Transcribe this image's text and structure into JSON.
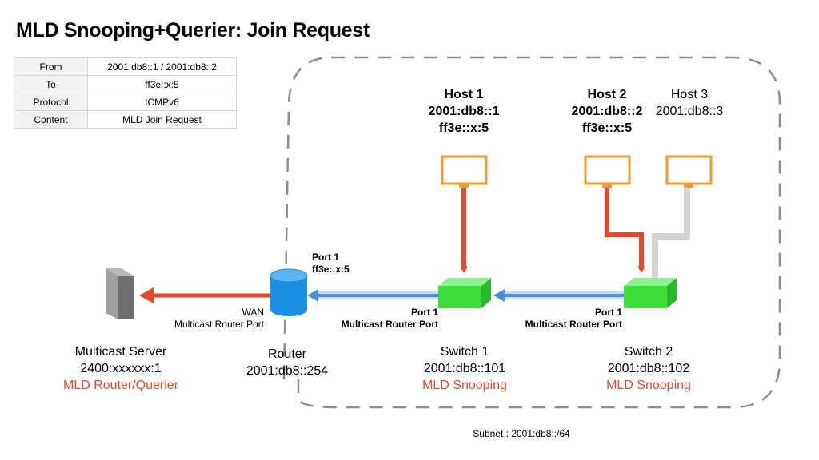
{
  "title": "MLD Snooping+Querier: Join Request",
  "info_table": [
    {
      "key": "From",
      "value": "2001:db8::1 / 2001:db8::2"
    },
    {
      "key": "To",
      "value": "ff3e::x:5"
    },
    {
      "key": "Protocol",
      "value": "ICMPv6"
    },
    {
      "key": "Content",
      "value": "MLD Join Request"
    }
  ],
  "hosts": [
    {
      "name": "Host 1",
      "address": "2001:db8::1",
      "group": "ff3e::x:5"
    },
    {
      "name": "Host 2",
      "address": "2001:db8::2",
      "group": "ff3e::x:5"
    },
    {
      "name": "Host 3",
      "address": "2001:db8::3"
    }
  ],
  "server": {
    "name": "Multicast Server",
    "address": "2400:xxxxxx:1",
    "role": "MLD Router/Querier"
  },
  "router": {
    "name": "Router",
    "address": "2001:db8::254",
    "wan_label": "WAN",
    "wan_port": "Multicast Router Port",
    "port_label": "Port 1",
    "port_group": "ff3e::x:5"
  },
  "switch1": {
    "name": "Switch 1",
    "address": "2001:db8::101",
    "role": "MLD Snooping",
    "port_label": "Port 1",
    "port_desc": "Multicast Router Port"
  },
  "switch2": {
    "name": "Switch 2",
    "address": "2001:db8::102",
    "role": "MLD Snooping",
    "port_label": "Port 1",
    "port_desc": "Multicast Router Port"
  },
  "subnet": "Subnet : 2001:db8::/64",
  "colors": {
    "join": "#e8482c",
    "link": "#4a90e2",
    "idle": "#d4d4d4",
    "host": "#f29a2e",
    "switch": "#3cde3c",
    "router": "#1a8fe3",
    "server": "#8a8a8a",
    "subnet_border": "#8c8c8c"
  }
}
